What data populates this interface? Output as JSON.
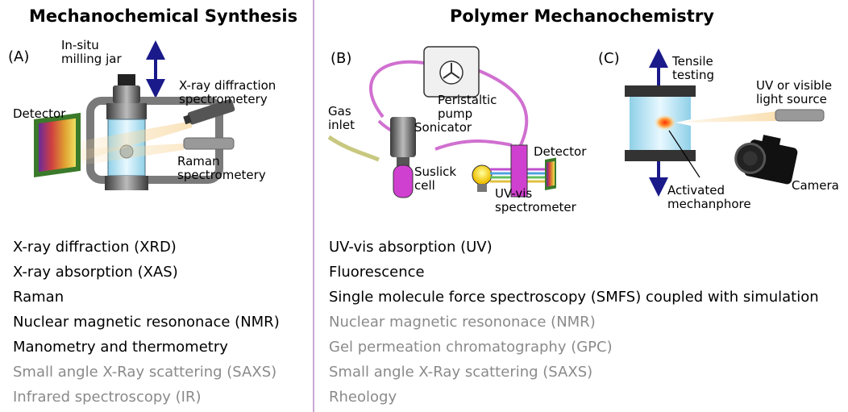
{
  "left": {
    "title": "Mechanochemical Synthesis",
    "panel_tag": "(A)",
    "labels": {
      "jar": [
        "In-situ",
        "milling jar"
      ],
      "xrd": [
        "X-ray diffraction",
        "spectrometery"
      ],
      "detector": "Detector",
      "raman": [
        "Raman",
        "spectrometery"
      ]
    },
    "techniques": [
      {
        "text": "X-ray diffraction (XRD)",
        "muted": false
      },
      {
        "text": "X-ray absorption (XAS)",
        "muted": false
      },
      {
        "text": "Raman",
        "muted": false
      },
      {
        "text": "Nuclear magnetic resononace (NMR)",
        "muted": false
      },
      {
        "text": "Manometry and thermometry",
        "muted": false
      },
      {
        "text": "Small angle X-Ray scattering (SAXS)",
        "muted": true
      },
      {
        "text": "Infrared spectroscopy (IR)",
        "muted": true
      }
    ]
  },
  "right": {
    "title": "Polymer Mechanochemistry",
    "panel_b_tag": "(B)",
    "panel_c_tag": "(C)",
    "labels_b": {
      "pump": [
        "Peristaltic",
        "pump"
      ],
      "gas": [
        "Gas",
        "inlet"
      ],
      "sonicator": "Sonicator",
      "detector": "Detector",
      "cell": [
        "Suslick",
        "cell"
      ],
      "uvvis": [
        "UV-vis",
        "spectrometer"
      ]
    },
    "labels_c": {
      "tensile": [
        "Tensile",
        "testing"
      ],
      "light": [
        "UV or visible",
        "light source"
      ],
      "mechanophore": [
        "Activated",
        "mechanphore"
      ],
      "camera": "Camera"
    },
    "techniques": [
      {
        "text": "UV-vis absorption (UV)",
        "muted": false
      },
      {
        "text": "Fluorescence",
        "muted": false
      },
      {
        "text": "Single molecule force spectroscopy (SMFS) coupled with simulation",
        "muted": false
      },
      {
        "text": "Nuclear magnetic resononace (NMR)",
        "muted": true
      },
      {
        "text": "Gel permeation chromatography (GPC)",
        "muted": true
      },
      {
        "text": "Small angle X-Ray scattering (SAXS)",
        "muted": true
      },
      {
        "text": "Rheology",
        "muted": true
      }
    ]
  },
  "colors": {
    "divider": "#c9a8d6",
    "arrow": "#1a1a8a",
    "muted_text": "#8a8a8a",
    "tubing": "#d070d0",
    "cell_liquid": "#d040d0",
    "detector_chip": "#3a7a2a"
  }
}
